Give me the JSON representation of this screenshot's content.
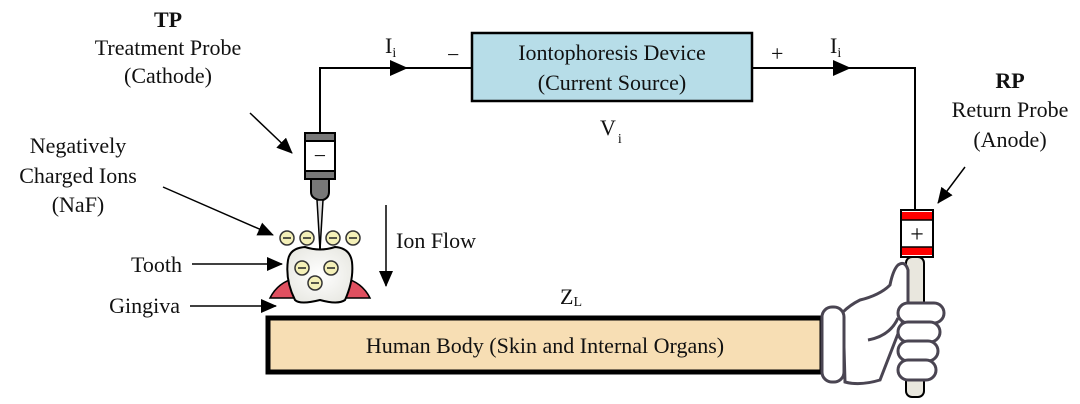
{
  "device": {
    "line1": "Iontophoresis Device",
    "line2": "(Current Source)",
    "neg_terminal": "−",
    "pos_terminal": "+",
    "fill": "#b7dde8"
  },
  "current_left": {
    "main": "I",
    "sub": "i"
  },
  "current_right": {
    "main": "I",
    "sub": "i"
  },
  "voltage": {
    "main": "V",
    "sub": "i"
  },
  "impedance": {
    "main": "Z",
    "sub": "L"
  },
  "treatment_probe": {
    "abbr": "TP",
    "name": "Treatment Probe",
    "role": "(Cathode)",
    "sign": "−"
  },
  "return_probe": {
    "abbr": "RP",
    "name": "Return Probe",
    "role": "(Anode)",
    "sign": "+",
    "band_color": "#ff0000"
  },
  "ions_label": {
    "line1": "Negatively",
    "line2": "Charged Ions",
    "line3": "(NaF)",
    "ion_sign": "−",
    "ion_color": "#f4f0b8"
  },
  "tooth_label": "Tooth",
  "gingiva_label": "Gingiva",
  "gingiva_color": "#e05060",
  "ion_flow_label": "Ion Flow",
  "body": {
    "label": "Human Body (Skin and Internal Organs)",
    "fill": "#f7deb4"
  }
}
